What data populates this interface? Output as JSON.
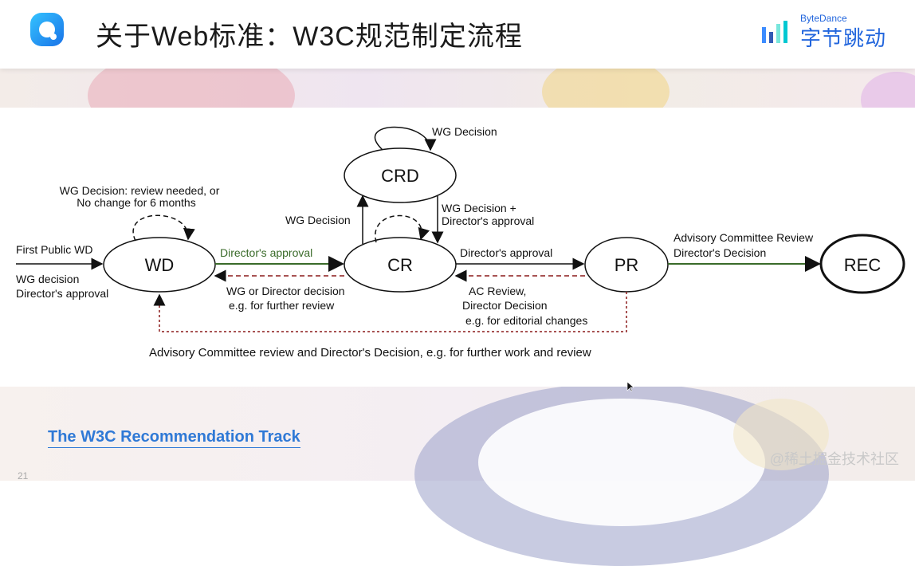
{
  "header": {
    "title": "关于Web标准：W3C规范制定流程",
    "brand_small": "ByteDance",
    "brand_big": "字节跳动"
  },
  "diagram": {
    "nodes": {
      "wd": "WD",
      "crd": "CRD",
      "cr": "CR",
      "pr": "PR",
      "rec": "REC"
    },
    "labels": {
      "crd_loop": "WG Decision",
      "wd_loop_1": "WG Decision: review needed, or",
      "wd_loop_2": "No change for 6 months",
      "first_public": "First Public WD",
      "wg_decision_1": "WG decision",
      "wg_decision_2": "Director's approval",
      "wd_to_cr": "Director's approval",
      "cr_back_1": "WG or Director decision",
      "cr_back_2": "e.g. for further review",
      "cr_to_crd": "WG Decision",
      "crd_to_cr_1": "WG Decision +",
      "crd_to_cr_2": "Director's approval",
      "cr_to_pr": "Director's approval",
      "pr_back_1": "AC Review,",
      "pr_back_2": "Director Decision",
      "pr_back_3": "e.g. for editorial changes",
      "pr_to_rec_1": "Advisory Committee Review",
      "pr_to_rec_2": "Director's Decision",
      "bottom": "Advisory Committee review and Director's Decision, e.g. for further work and review"
    }
  },
  "caption": "The W3C Recommendation Track",
  "page_number": "21",
  "watermark": "@稀土掘金技术社区",
  "colors": {
    "accent_green": "#3a6b2a",
    "dashed_red": "#8b1a1a",
    "caption_blue": "#2f79d6"
  }
}
